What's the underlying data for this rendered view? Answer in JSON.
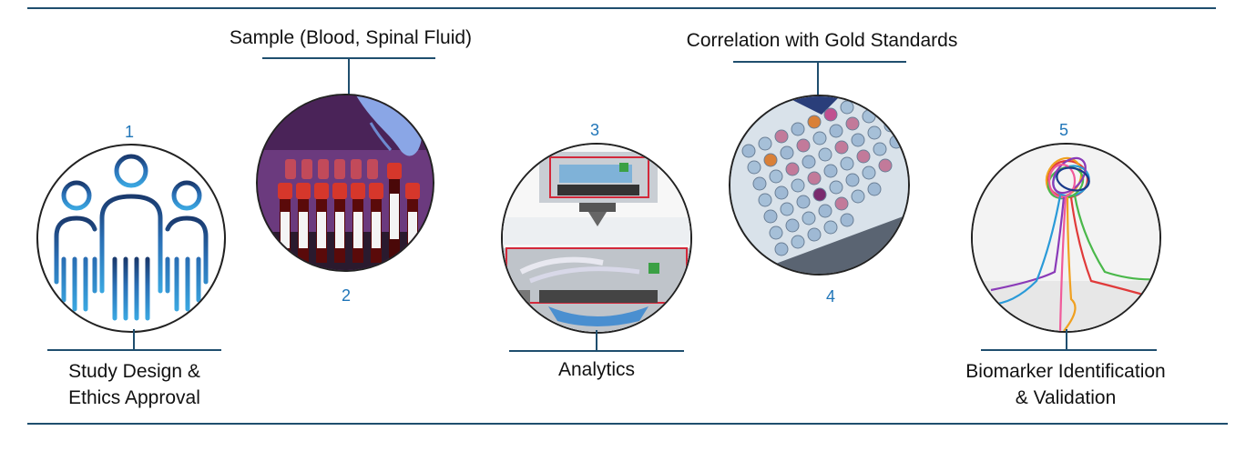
{
  "steps": [
    {
      "number": "1",
      "label_line1": "Study Design &",
      "label_line2": "Ethics Approval",
      "icon": "people-icon"
    },
    {
      "number": "2",
      "label": "Sample (Blood, Spinal Fluid)",
      "icon": "blood-tubes-icon"
    },
    {
      "number": "3",
      "label": "Analytics",
      "icon": "analyzer-icon"
    },
    {
      "number": "4",
      "label": "Correlation with Gold Standards",
      "icon": "well-plate-icon"
    },
    {
      "number": "5",
      "label_line1": "Biomarker Identification",
      "label_line2": "& Validation",
      "icon": "tangled-threads-icon"
    }
  ],
  "colors": {
    "rule": "#1f4e6e",
    "number": "#1f75b8",
    "icon_gradient_top": "#1a3a6e",
    "icon_gradient_bottom": "#3aa6e0"
  }
}
